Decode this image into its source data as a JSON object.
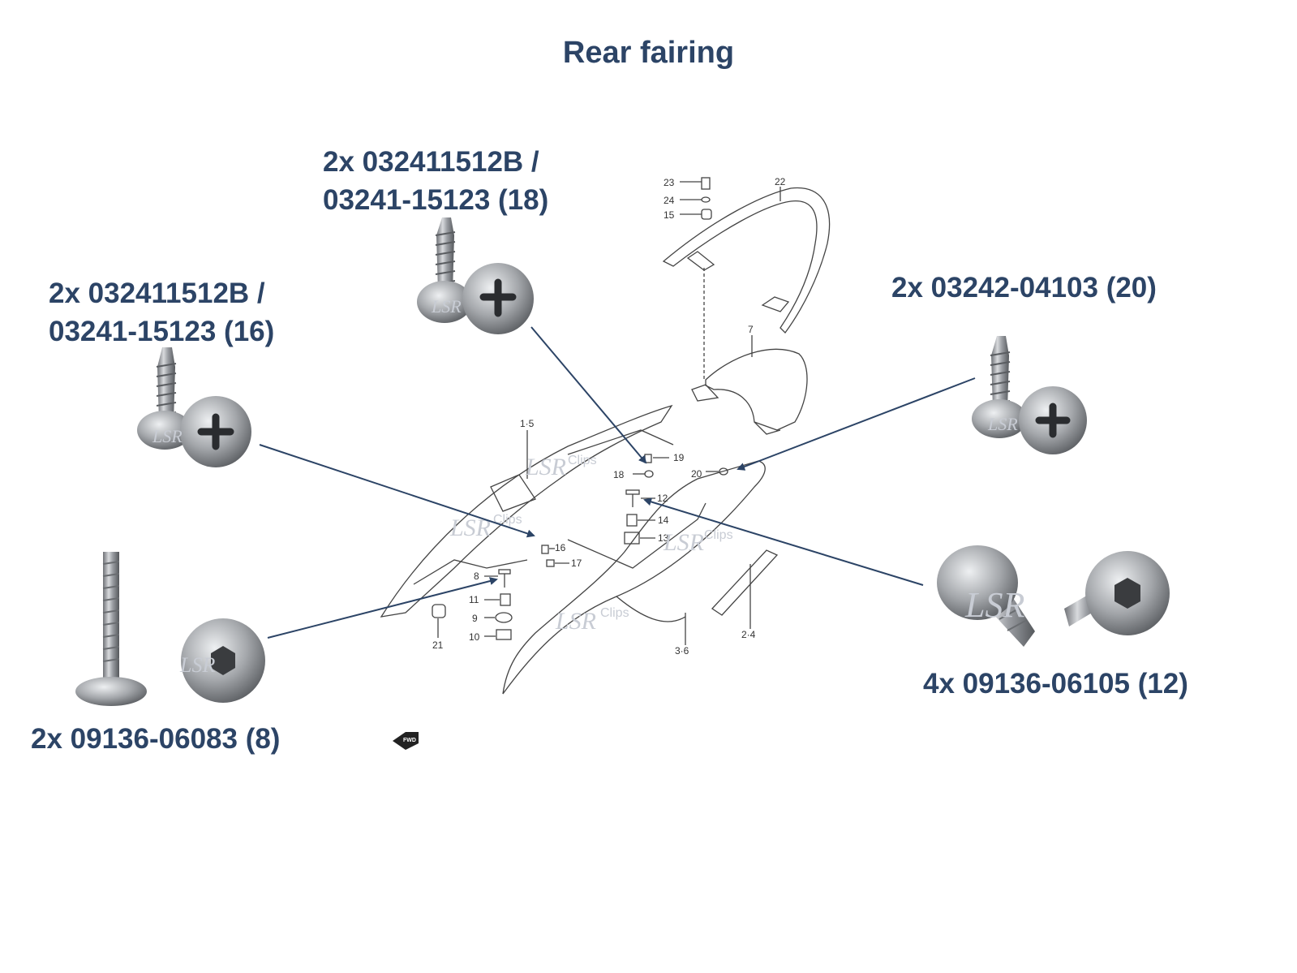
{
  "title": "Rear fairing",
  "callouts": {
    "top_center": {
      "line1": "2x 032411512B /",
      "line2": "03241-15123 (18)"
    },
    "top_left": {
      "line1": "2x 032411512B /",
      "line2": "03241-15123 (16)"
    },
    "top_right": {
      "line1": "2x 03242-04103 (20)"
    },
    "bottom_right": {
      "line1": "4x 09136-06105 (12)"
    },
    "bottom_left": {
      "line1": "2x 09136-06083 (8)"
    }
  },
  "part_numbers": [
    "23",
    "24",
    "15",
    "22",
    "7",
    "1·5",
    "19",
    "18",
    "20",
    "12",
    "14",
    "13",
    "16",
    "17",
    "8",
    "11",
    "9",
    "10",
    "21",
    "3·6",
    "2·4"
  ],
  "watermark": {
    "main": "LSR",
    "sub": "Clips"
  },
  "fwd_label": "FWD",
  "colors": {
    "text": "#2c4466",
    "arrow": "#2c4466",
    "drawing": "#444444"
  }
}
